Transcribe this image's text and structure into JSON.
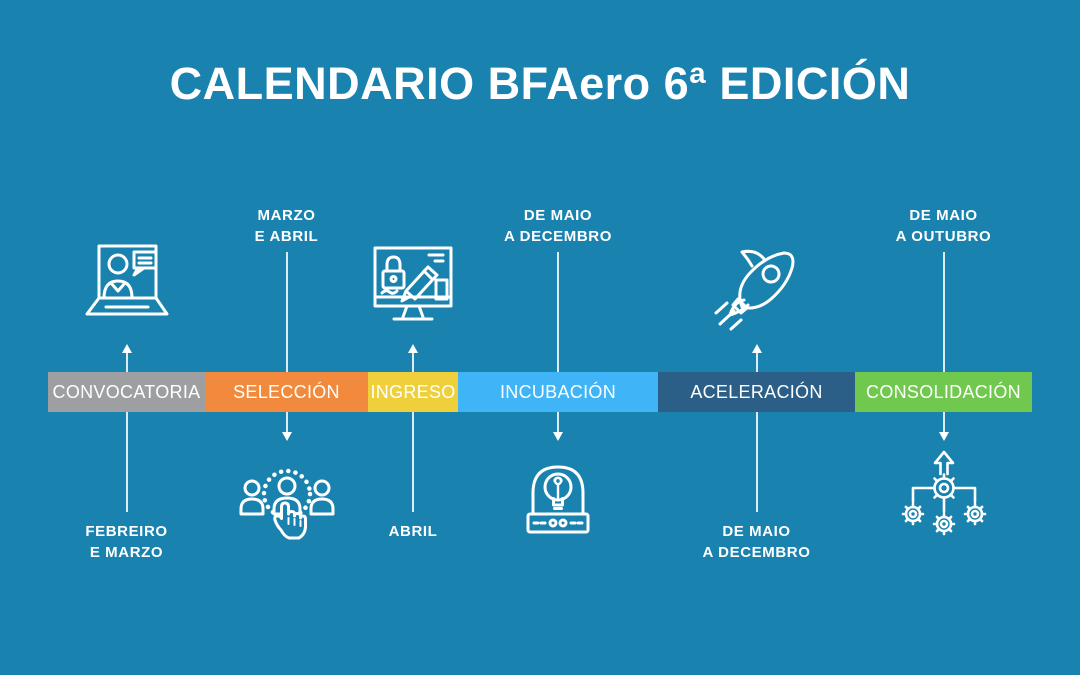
{
  "title": "CALENDARIO BFAero 6ª EDICIÓN",
  "background_color": "#1982AF",
  "text_color": "#FFFFFF",
  "connector_color": "#FFFFFF",
  "stages": [
    {
      "label": "CONVOCATORIA",
      "color": "#9E9FA1",
      "icon": "video-call-icon",
      "icon_position": "above",
      "date_position": "below",
      "date_line1": "FEBREIRO",
      "date_line2": "E MARZO"
    },
    {
      "label": "SELECCIÓN",
      "color": "#F18A3C",
      "icon": "people-selection-icon",
      "icon_position": "below",
      "date_position": "above",
      "date_line1": "MARZO",
      "date_line2": "E ABRIL"
    },
    {
      "label": "INGRESO",
      "color": "#EFD03B",
      "icon": "contract-signing-icon",
      "icon_position": "above",
      "date_position": "below",
      "date_line1": "ABRIL",
      "date_line2": ""
    },
    {
      "label": "INCUBACIÓN",
      "color": "#3FB4F6",
      "icon": "incubator-idea-icon",
      "icon_position": "below",
      "date_position": "above",
      "date_line1": "DE MAIO",
      "date_line2": "A DECEMBRO"
    },
    {
      "label": "ACELERACIÓN",
      "color": "#2C5F88",
      "icon": "rocket-icon",
      "icon_position": "above",
      "date_position": "below",
      "date_line1": "DE MAIO",
      "date_line2": "A DECEMBRO"
    },
    {
      "label": "CONSOLIDACIÓN",
      "color": "#70C94E",
      "icon": "gears-growth-icon",
      "icon_position": "below",
      "date_position": "above",
      "date_line1": "DE MAIO",
      "date_line2": "A OUTUBRO"
    }
  ]
}
